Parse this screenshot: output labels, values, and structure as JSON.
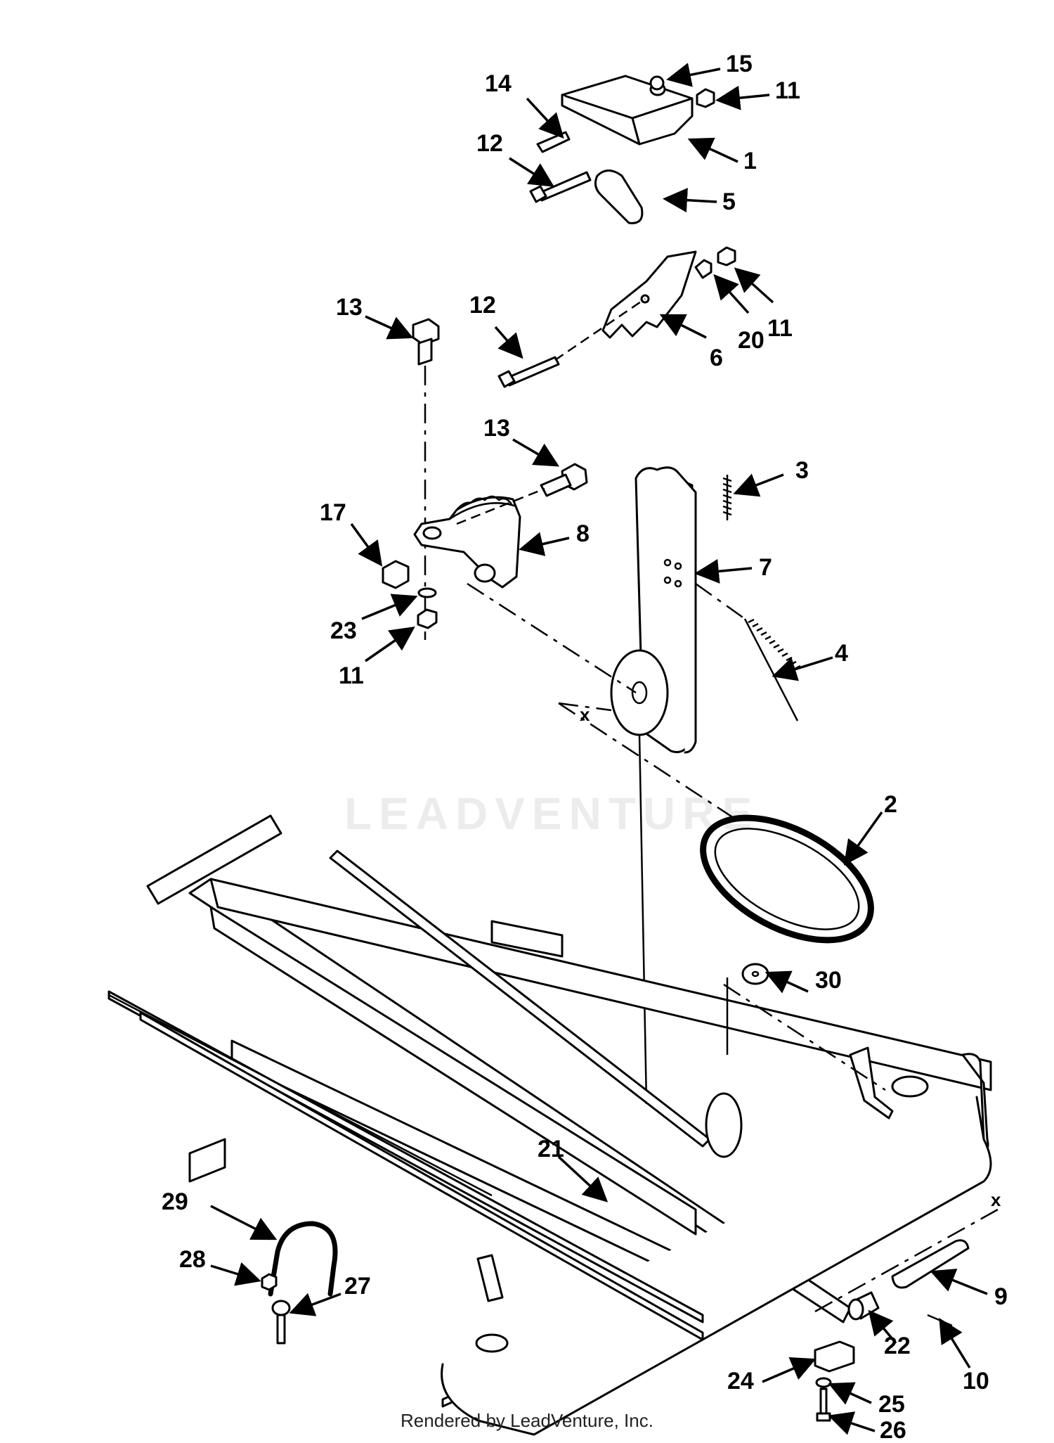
{
  "watermark": "LEADVENTURE",
  "footer": "Rendered by LeadVenture, Inc.",
  "callouts": {
    "c15": "15",
    "c11a": "11",
    "c14": "14",
    "c12a": "12",
    "c1": "1",
    "c5": "5",
    "c13a": "13",
    "c12b": "12",
    "c6": "6",
    "c20": "20",
    "c11b": "11",
    "c13b": "13",
    "c3": "3",
    "c17": "17",
    "c8": "8",
    "c7": "7",
    "c23": "23",
    "c11c": "11",
    "c4": "4",
    "x1": "x",
    "c2": "2",
    "c30": "30",
    "c21": "21",
    "c29": "29",
    "c28": "28",
    "c27": "27",
    "x2": "x",
    "c9": "9",
    "c22": "22",
    "c10": "10",
    "c24": "24",
    "c25": "25",
    "c26": "26"
  }
}
